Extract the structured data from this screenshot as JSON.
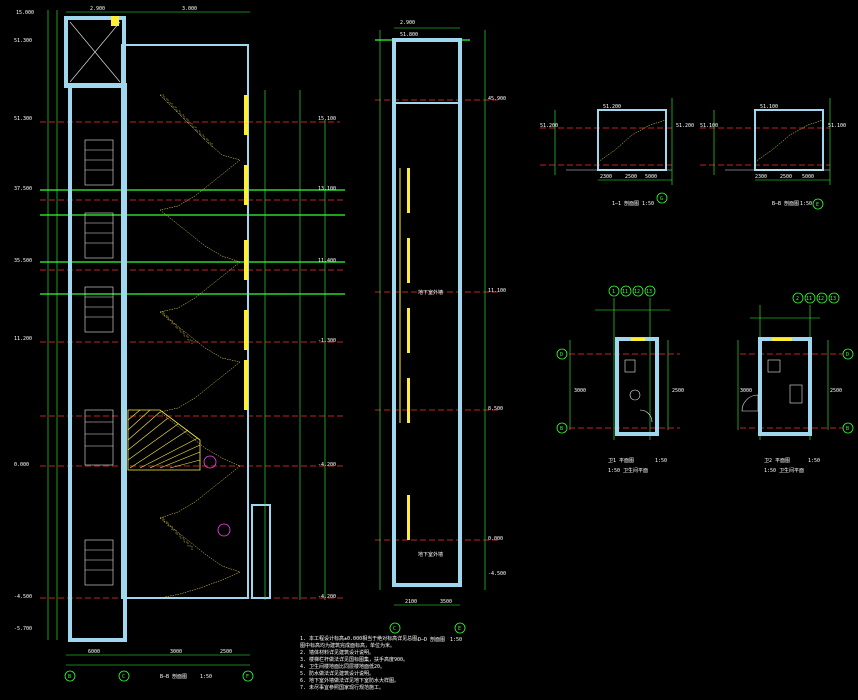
{
  "colors": {
    "background": "#000000",
    "wall": "#9fd8ee",
    "dimension": "#33ff33",
    "level_line": "#ff3030",
    "stair": "#ffee33"
  },
  "section_left": {
    "top_dims": [
      "2.900",
      "3.000"
    ],
    "level_marks": [
      "15.000",
      "51.300",
      "51.300",
      "37.500",
      "35.500",
      "11.200",
      "0.000",
      "-4.500",
      "-5.700"
    ],
    "right_levels": [
      "15.100",
      "13.100",
      "11.400",
      "-1.300",
      "-4.200",
      "-4.200"
    ],
    "axes": [
      "B",
      "C",
      "F"
    ],
    "bottom_dims": [
      "6000",
      "3000",
      "2500"
    ],
    "title": "B—B 剖面图",
    "scale": "1:50"
  },
  "section_mid": {
    "top_dims": [
      "2.900",
      "51.800"
    ],
    "levels": [
      "45.900",
      "11.100",
      "8.500",
      "0.000",
      "-4.500"
    ],
    "notes": [
      "地下室外墙",
      "地下室外墙"
    ],
    "axes": [
      "C",
      "E"
    ],
    "bottom_dims": [
      "2100",
      "3500"
    ],
    "title": "D—D 剖面图",
    "scale": "1:50"
  },
  "detail_1": {
    "levels": [
      "51.200",
      "51.200",
      "51.200"
    ],
    "dims": [
      "2300",
      "2500",
      "5000"
    ],
    "title": "1—1 剖面图",
    "scale": "1:50",
    "axis": "G"
  },
  "detail_2": {
    "levels": [
      "51.100",
      "51.100",
      "51.100"
    ],
    "dims": [
      "2300",
      "2500",
      "5000"
    ],
    "title": "B—B 剖面图",
    "scale": "1:50",
    "axis": "E"
  },
  "plan_1": {
    "top_axes": [
      "1",
      "11",
      "12",
      "13"
    ],
    "side_axes": [
      "D",
      "B"
    ],
    "dims": [
      "3000",
      "2500"
    ],
    "title": "卫1 平面图",
    "subtitle": "1:50 卫生间平面",
    "scale": "1:50"
  },
  "plan_2": {
    "top_axes": [
      "2",
      "11",
      "12",
      "13"
    ],
    "side_axes": [
      "D",
      "B"
    ],
    "dims": [
      "3000",
      "2500"
    ],
    "title": "卫2 平面图",
    "subtitle": "1:50 卫生间平面",
    "scale": "1:50"
  },
  "notes": [
    "1. 本工程设计标高±0.000相当于绝对标高详见总图。",
    "   图中标高均为建筑完成面标高，单位为米。",
    "2. 墙体材料详见建筑设计说明。",
    "3. 楼梯栏杆做法详见国标图集，扶手高度900。",
    "4. 卫生间楼地面比同层楼地面低20。",
    "5. 防水做法详见建筑设计说明。",
    "6. 地下室外墙做法详见地下室防水大样图。",
    "7. 未尽事宜参照国家现行规范施工。"
  ]
}
